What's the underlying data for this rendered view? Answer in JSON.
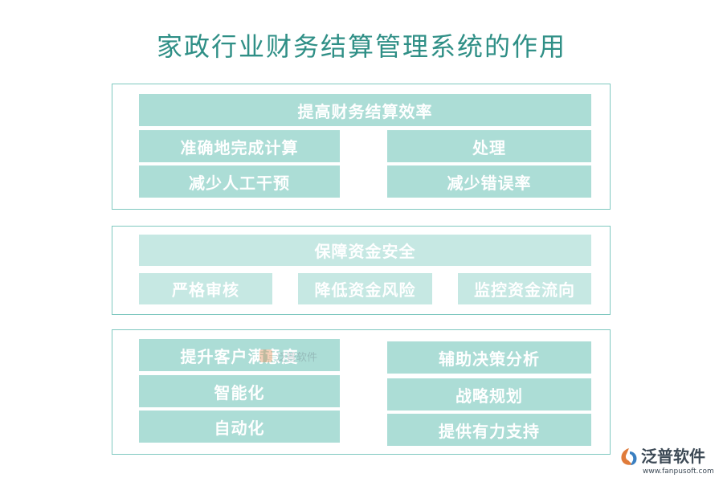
{
  "title": "家政行业财务结算管理系统的作用",
  "sections": [
    {
      "header": "提高财务结算效率",
      "items": [
        "准确地完成计算",
        "处理",
        "减少人工干预",
        "减少错误率"
      ]
    },
    {
      "header": "保障资金安全",
      "items": [
        "严格审核",
        "降低资金风险",
        "监控资金流向"
      ]
    },
    {
      "left_items": [
        "提升客户满意度",
        "智能化",
        "自动化"
      ],
      "right_items": [
        "辅助决策分析",
        "战略规划",
        "提供有力支持"
      ]
    }
  ],
  "watermark": {
    "text": "泛普软件"
  },
  "brand": {
    "name": "泛普软件",
    "url": "www.fanpusoft.com"
  },
  "colors": {
    "title": "#2f8f86",
    "border": "#7fc8c0",
    "box_dark": "#acddd6",
    "box_light": "#c6e8e3",
    "brand_orange": "#e07b3a",
    "brand_blue": "#3a7fc1"
  }
}
